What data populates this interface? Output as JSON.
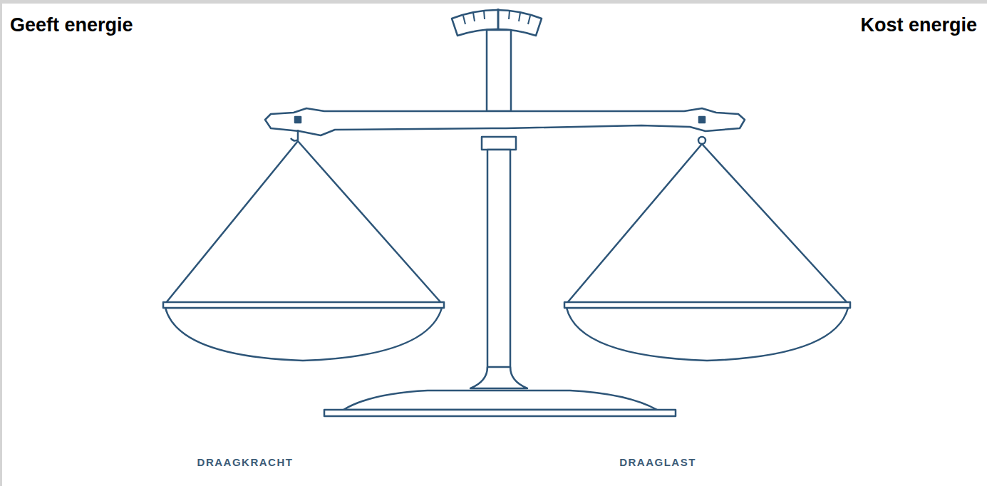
{
  "diagram": {
    "labels": [
      "Geeft energie",
      "Kost energie",
      "DRAAGKRACHT",
      "DRAAGLAST"
    ]
  }
}
